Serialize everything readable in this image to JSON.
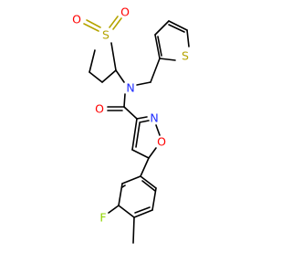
{
  "molecule": {
    "atom_labels": {
      "S1": "S",
      "O1": "O",
      "O2": "O",
      "N_amide": "N",
      "S_thiophene": "S",
      "O_carbonyl": "O",
      "N_isoxazole": "N",
      "O_isoxazole": "O",
      "F": "F"
    },
    "colors": {
      "bond": "#000000",
      "sulfur": "#b5a400",
      "oxygen": "#ff0000",
      "nitrogen": "#1f2dff",
      "fluorine": "#8fd400"
    }
  }
}
